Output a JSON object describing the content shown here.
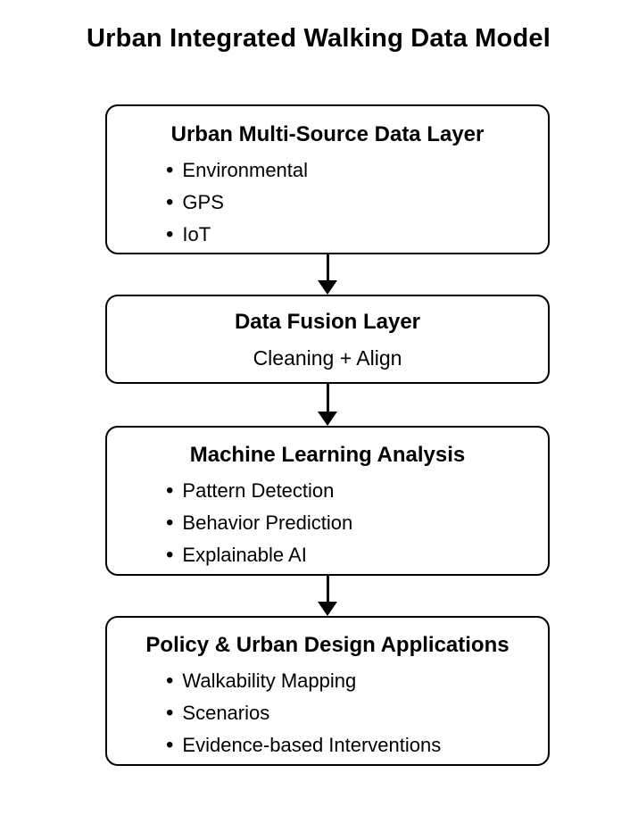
{
  "title": "Urban Integrated Walking Data Model",
  "colors": {
    "ink": "#000000",
    "background": "#ffffff",
    "box_fill": "#ffffff",
    "box_border": "#000000"
  },
  "flow": {
    "list_marker": "•",
    "boxes": [
      {
        "id": "urban-multi-source-data-layer",
        "title": "Urban Multi-Source Data Layer",
        "items": [
          "Environmental",
          "GPS",
          "IoT"
        ]
      },
      {
        "id": "data-fusion-layer",
        "title": "Data Fusion Layer",
        "subtitle": "Cleaning + Align"
      },
      {
        "id": "machine-learning-analysis",
        "title": "Machine Learning Analysis",
        "items": [
          "Pattern Detection",
          "Behavior Prediction",
          "Explainable AI"
        ]
      },
      {
        "id": "policy-urban-design-applications",
        "title": "Policy & Urban Design Applications",
        "items": [
          "Walkability Mapping",
          "Scenarios",
          "Evidence-based Interventions"
        ]
      }
    ],
    "connectors": [
      {
        "from": "urban-multi-source-data-layer",
        "to": "data-fusion-layer",
        "direction": "down"
      },
      {
        "from": "data-fusion-layer",
        "to": "machine-learning-analysis",
        "direction": "down"
      },
      {
        "from": "machine-learning-analysis",
        "to": "policy-urban-design-applications",
        "direction": "down"
      }
    ]
  }
}
